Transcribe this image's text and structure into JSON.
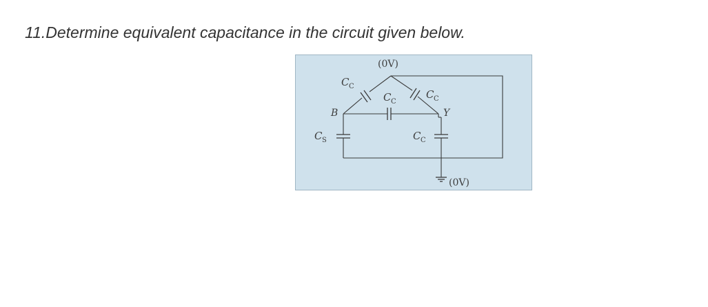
{
  "question": {
    "text": "11.Determine equivalent capacitance in the circuit given below."
  },
  "diagram": {
    "background_color": "#cfe1ec",
    "border_color": "#9fb6c4",
    "top_voltage": "(0V)",
    "ground_voltage": "(0V)",
    "node_b": "B",
    "node_y": "Y",
    "cap_symbol": "C",
    "cap_sub_c": "C",
    "cap_sub_s": "S"
  }
}
